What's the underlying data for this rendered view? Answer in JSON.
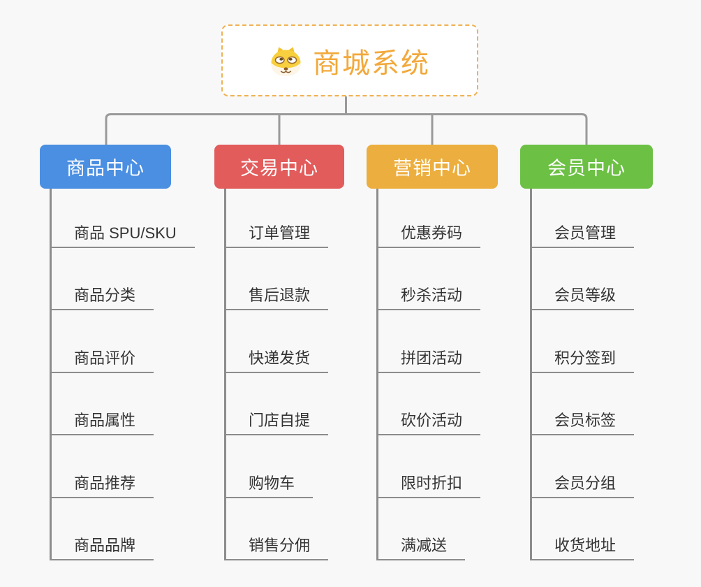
{
  "root": {
    "title": "商城系统",
    "icon": "dog-face-icon"
  },
  "branches": [
    {
      "label": "商品中心",
      "color": "#4a8fe2",
      "children": [
        "商品 SPU/SKU",
        "商品分类",
        "商品评价",
        "商品属性",
        "商品推荐",
        "商品品牌"
      ]
    },
    {
      "label": "交易中心",
      "color": "#e25c5c",
      "children": [
        "订单管理",
        "售后退款",
        "快递发货",
        "门店自提",
        "购物车",
        "销售分佣"
      ]
    },
    {
      "label": "营销中心",
      "color": "#ecae3e",
      "children": [
        "优惠券码",
        "秒杀活动",
        "拼团活动",
        "砍价活动",
        "限时折扣",
        "满减送"
      ]
    },
    {
      "label": "会员中心",
      "color": "#6cc044",
      "children": [
        "会员管理",
        "会员等级",
        "积分签到",
        "会员标签",
        "会员分组",
        "收货地址"
      ]
    }
  ],
  "colors": {
    "background": "#f8f8f8",
    "connector": "#9a9a9a",
    "leaf_line": "#8c8c8c",
    "leaf_text": "#333333",
    "root_border": "#f0b152",
    "root_text": "#f2a93c",
    "header_text": "#ffffff"
  }
}
